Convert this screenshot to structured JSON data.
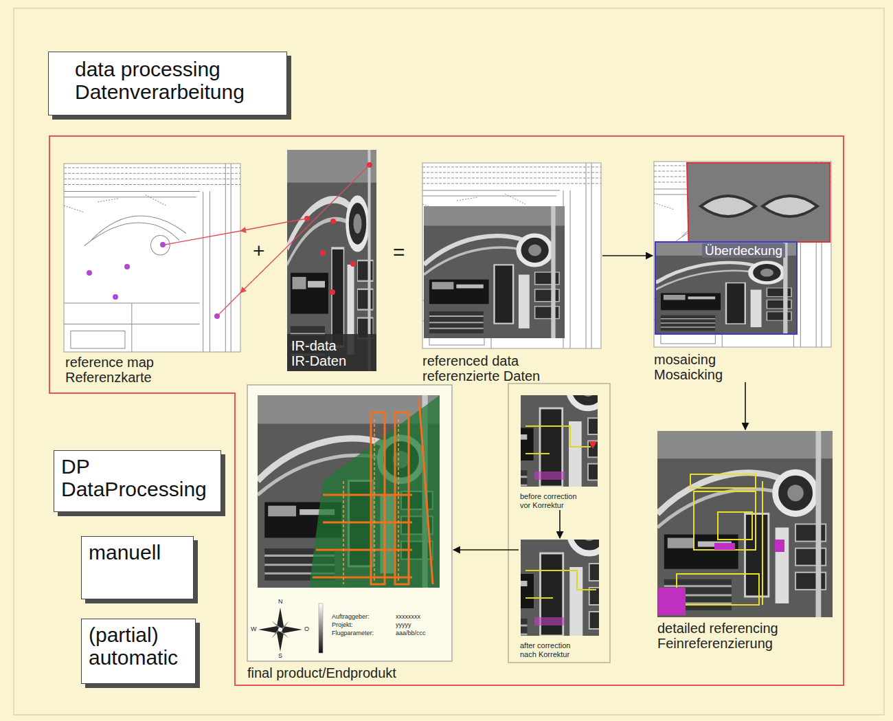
{
  "diagram": {
    "title": "data processing Datenverarbeitung",
    "nodes": [
      {
        "text": [
          "reference map",
          "Referenzkarte"
        ]
      },
      {
        "text": [
          "IR-data",
          "IR-Daten"
        ]
      },
      {
        "text": [
          "referenced data",
          "referenzierte Daten"
        ]
      },
      {
        "text": [
          "mosaicing",
          "Mosaicking"
        ]
      },
      {
        "text": [
          "detailed referencing",
          "Feinreferenzierung"
        ]
      },
      {
        "text": [
          "before correction",
          "vor Korrektur"
        ]
      },
      {
        "text": [
          "after correction",
          "nach Korrektur"
        ]
      },
      {
        "text": [
          "final product/Endprodukt"
        ]
      },
      {
        "text": [
          "DP DataProcessing"
        ]
      },
      {
        "text": [
          "manuell"
        ]
      },
      {
        "text": [
          "(partial) automatic"
        ]
      }
    ],
    "edges": [
      {
        "from": 1,
        "to": 0,
        "arrow": "to"
      },
      {
        "from": 1,
        "to": 0,
        "arrow": "to"
      },
      {
        "from": 2,
        "to": 3,
        "arrow": "to"
      },
      {
        "from": 3,
        "to": 4,
        "arrow": "to"
      },
      {
        "from": 5,
        "to": 6,
        "arrow": "to"
      },
      {
        "from": 6,
        "to": 7,
        "arrow": "to"
      }
    ],
    "labels": [
      "+",
      "=",
      "Überdeckung",
      "N",
      "W",
      "O",
      "S",
      "Auftraggeber:",
      "xxxxxxxx",
      "Projekt:",
      "yyyyy",
      "Flugparameter:",
      "aaa/bb/ccc"
    ]
  }
}
